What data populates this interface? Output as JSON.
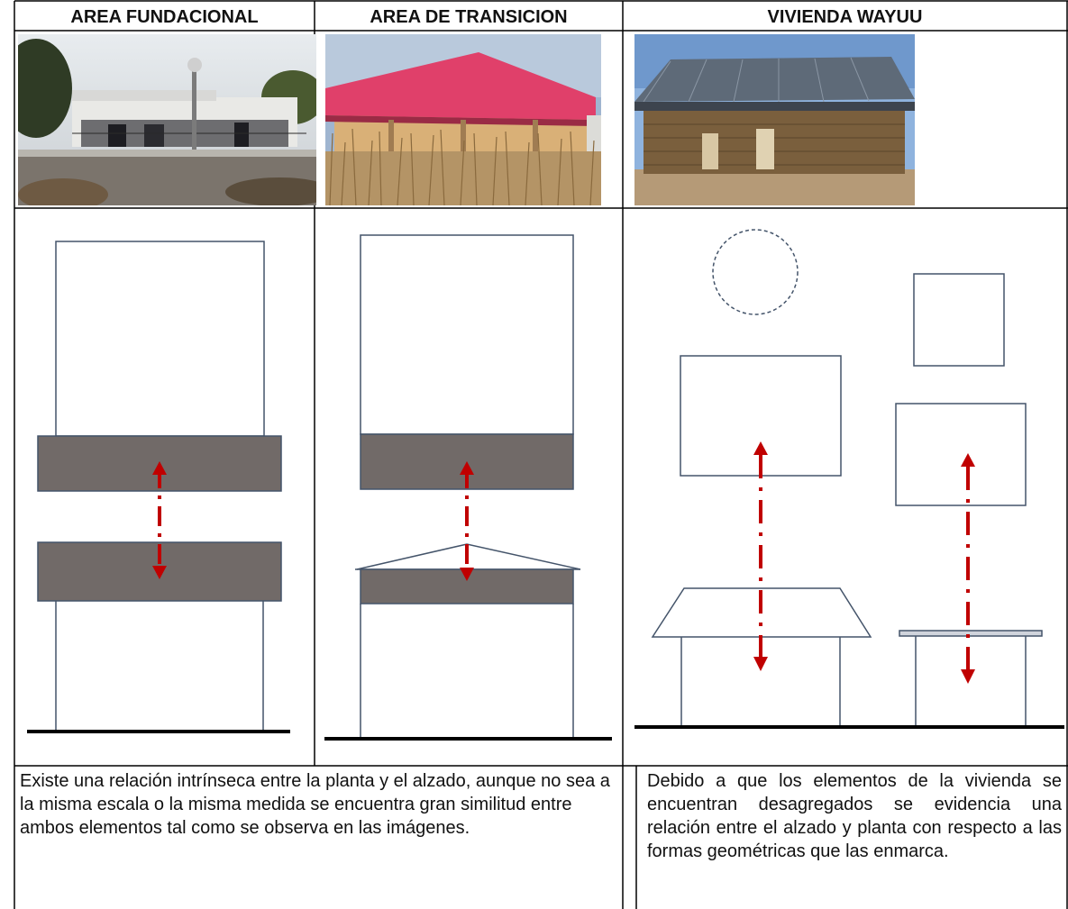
{
  "headers": {
    "col1": "AREA FUNDACIONAL",
    "col2": "AREA DE TRANSICION",
    "col3": "VIVIENDA WAYUU"
  },
  "photos": {
    "col1": "fundacional-house-photo",
    "col2": "transicion-house-photo",
    "col3": "wayuu-house-photo"
  },
  "descriptions": {
    "left": "Existe una relación intrínseca entre la planta y el alzado, aunque no sea a la misma escala o la misma medida se encuentra gran similitud entre ambos elementos tal como se observa en las imágenes.",
    "right": "Debido a que los elementos de la vivienda se encuentran desagregados se evidencia una relación entre el alzado y planta con respecto a las formas geométricas que las enmarca."
  },
  "colors": {
    "outline": "#44546a",
    "band_fill": "#716a68",
    "arrow": "#c00000",
    "ground": "#000000",
    "table_top": "#d0d4dc"
  }
}
